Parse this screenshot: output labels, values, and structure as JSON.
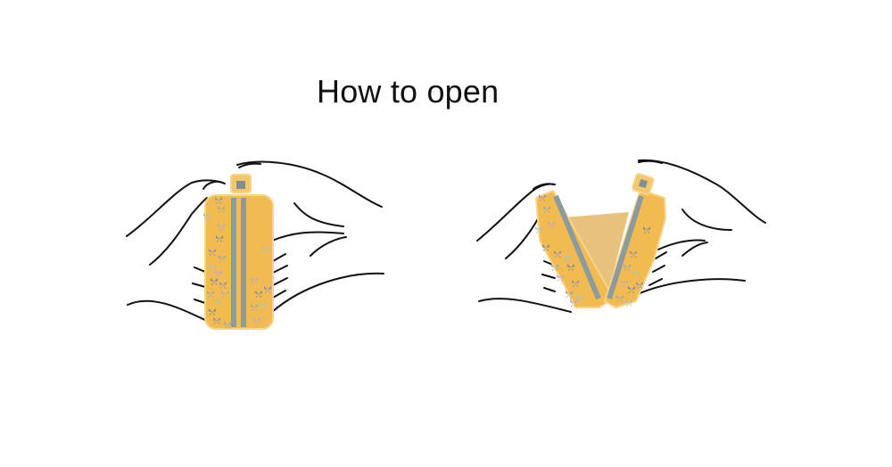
{
  "title": "How to open",
  "colors": {
    "pouch": "#f2bb52",
    "pouch_edge": "#f7d48a",
    "zipper": "#8c9c9e",
    "interior": "#e8c27c",
    "line": "#111111"
  },
  "illustrations": [
    {
      "name": "closed-pouch-held-in-hands"
    },
    {
      "name": "opened-pouch-held-in-hands"
    }
  ]
}
